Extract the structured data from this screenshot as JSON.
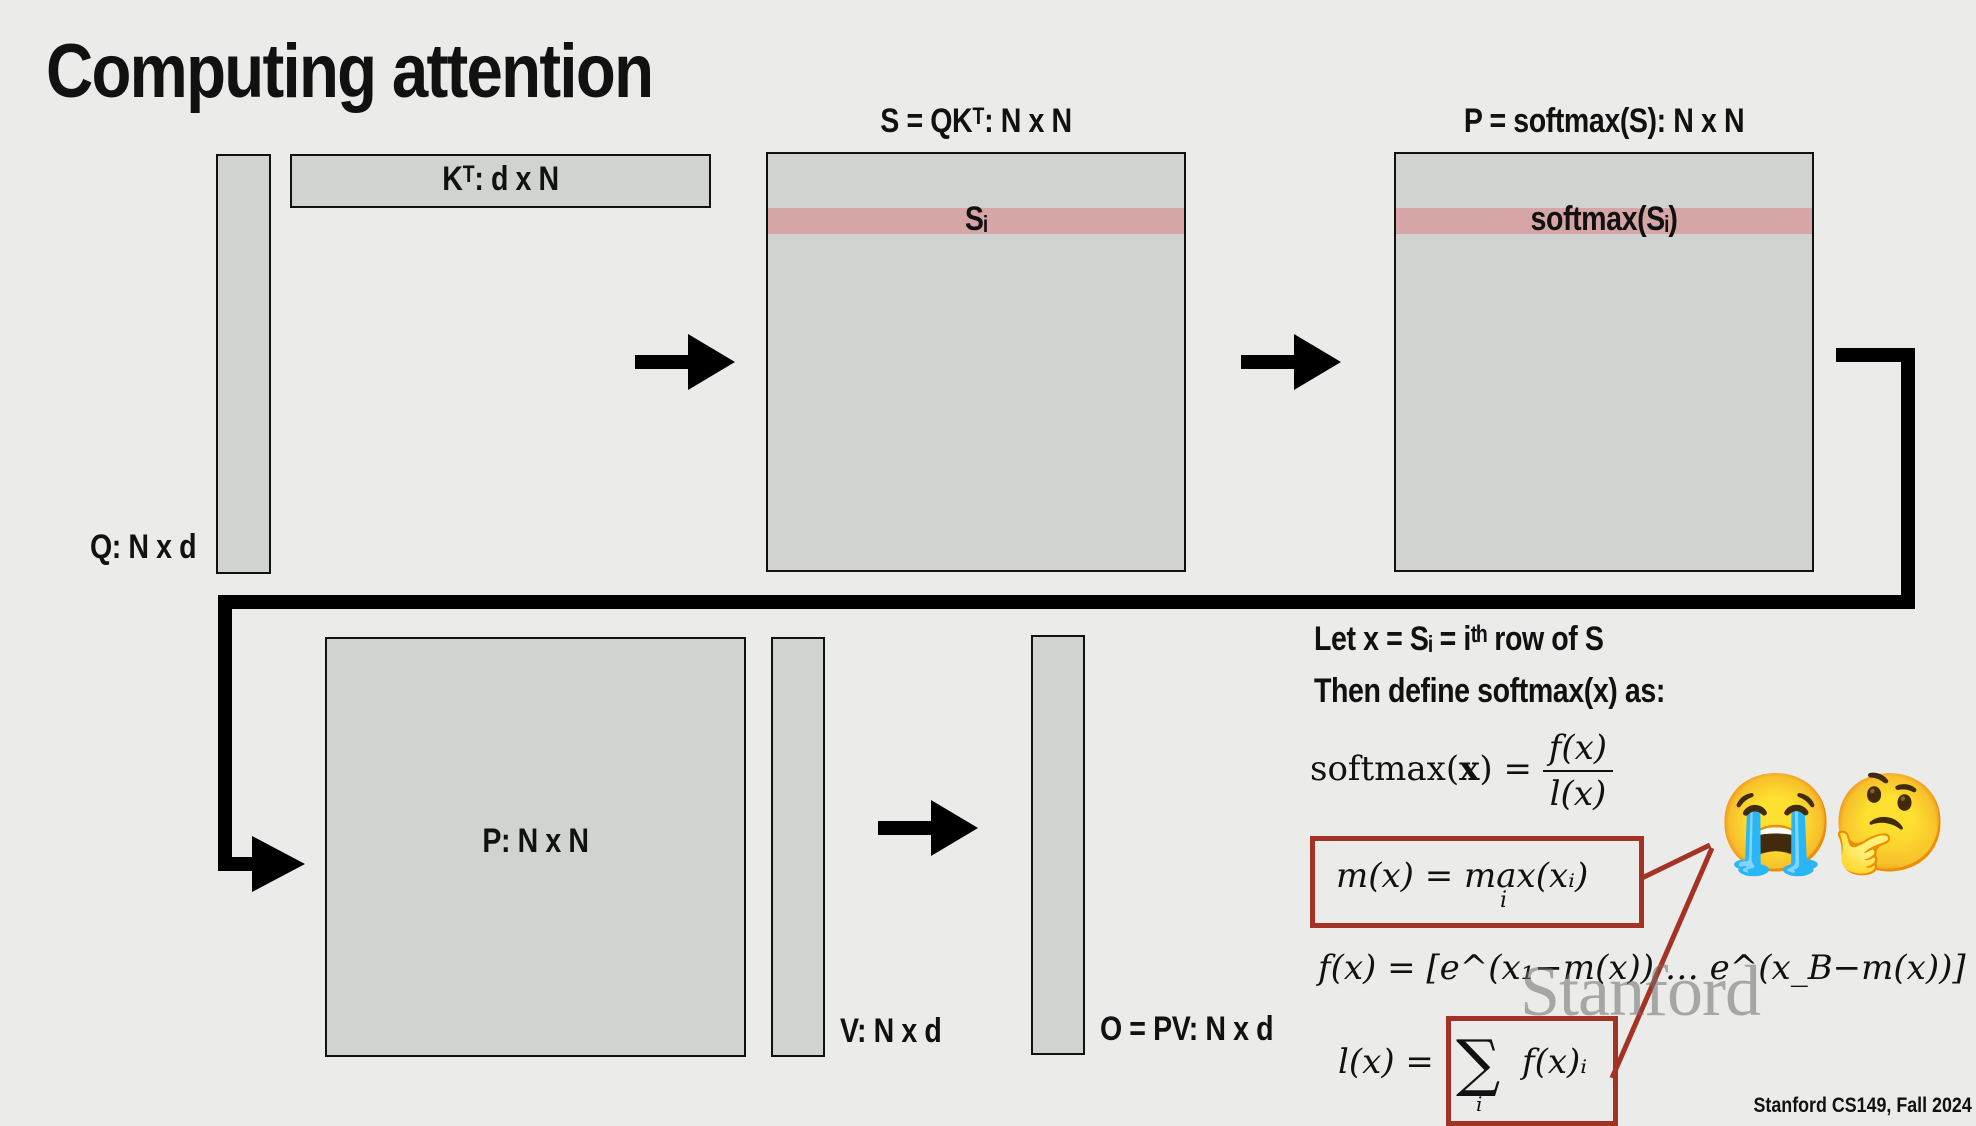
{
  "slide": {
    "title": "Computing attention",
    "footer": "Stanford CS149, Fall 2024",
    "watermark": "Stanford"
  },
  "matrices": {
    "q_label": "Q: N x d",
    "kt_label": "Kᵀ: d x N",
    "s_title": "S = QKᵀ: N x N",
    "s_row_label": "Sᵢ",
    "p_title": "P = softmax(S): N x N",
    "p_row_label": "softmax(Sᵢ)",
    "p_block_label": "P: N x N",
    "v_label": "V: N x d",
    "o_label": "O = PV: N x d"
  },
  "definitions": {
    "line1": "Let x = Sᵢ = iᵗʰ row of S",
    "line2": "Then define softmax(x) as:",
    "softmax_lhs": "softmax(",
    "softmax_x": "x",
    "softmax_rhs": ") =",
    "softmax_num": "f(x)",
    "softmax_den": "l(x)",
    "m_def": "m(x) = max(xᵢ)",
    "m_sub": "i",
    "f_def": "f(x) = [e^(x₁−m(x))   …   e^(x_B−m(x))]",
    "l_lhs": "l(x) =",
    "l_sum": "∑",
    "l_sum_sub": "i",
    "l_rhs": "f(x)ᵢ"
  },
  "emojis": {
    "crying": "😭",
    "thinking": "🤔"
  },
  "colors": {
    "background": "#ebebea",
    "matrix_fill": "#d0d3d0",
    "row_highlight": "#d6a6a6",
    "box_red": "#a43325"
  }
}
